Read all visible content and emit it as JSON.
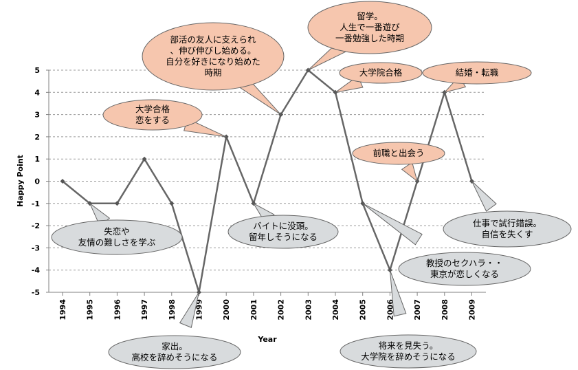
{
  "chart_data": {
    "type": "line",
    "title": "",
    "xlabel": "Year",
    "ylabel": "Happy Point",
    "ylim": [
      -5,
      5
    ],
    "yticks": [
      5,
      4,
      3,
      2,
      1,
      0,
      -1,
      -2,
      -3,
      -4,
      -5
    ],
    "grid": "horizontal-dashed",
    "legend": "none",
    "categories": [
      "1994",
      "1995",
      "1996",
      "1997",
      "1998",
      "1999",
      "2000",
      "2001",
      "2002",
      "2003",
      "2004",
      "2005",
      "2006",
      "2007",
      "2008",
      "2009"
    ],
    "series": [
      {
        "values": [
          0,
          -1,
          -1,
          1,
          -1,
          -5,
          2,
          -1,
          3,
          5,
          4,
          -1,
          -4,
          0,
          4,
          0
        ]
      }
    ],
    "colors": {
      "line": "#666666",
      "positive_callout_fill": "#f6c6ae",
      "negative_callout_fill": "#d8dbdd",
      "callout_stroke": "#666666",
      "grid": "#9a9a9a"
    },
    "annotations": [
      {
        "year": "1995",
        "value": -1,
        "tone": "negative",
        "lines": [
          "失恋や",
          "友情の難しさを学ぶ"
        ]
      },
      {
        "year": "1999",
        "value": -5,
        "tone": "negative",
        "lines": [
          "家出。",
          "高校を辞めそうになる"
        ]
      },
      {
        "year": "2000",
        "value": 2,
        "tone": "positive",
        "lines": [
          "大学合格",
          "恋をする"
        ]
      },
      {
        "year": "2001",
        "value": -1,
        "tone": "negative",
        "lines": [
          "バイトに没頭。",
          "留年しそうになる"
        ]
      },
      {
        "year": "2002",
        "value": 3,
        "tone": "positive",
        "lines": [
          "部活の友人に支えられ",
          "、伸び伸びし始める。",
          "自分を好きになり始めた",
          "時期"
        ]
      },
      {
        "year": "2003",
        "value": 5,
        "tone": "positive",
        "lines": [
          "留学。",
          "人生で一番遊び",
          "一番勉強した時期"
        ]
      },
      {
        "year": "2004",
        "value": 4,
        "tone": "positive",
        "lines": [
          "大学院合格"
        ]
      },
      {
        "year": "2005",
        "value": -1,
        "tone": "negative",
        "lines": [
          "教授のセクハラ・・",
          "東京が恋しくなる"
        ]
      },
      {
        "year": "2006",
        "value": -4,
        "tone": "negative",
        "lines": [
          "将来を見失う。",
          "大学院を辞めそうになる"
        ]
      },
      {
        "year": "2007",
        "value": 0,
        "tone": "positive",
        "lines": [
          "前職と出会う"
        ]
      },
      {
        "year": "2008",
        "value": 4,
        "tone": "positive",
        "lines": [
          "結婚・転職"
        ]
      },
      {
        "year": "2009",
        "value": 0,
        "tone": "negative",
        "lines": [
          "仕事で試行錯誤。",
          "自信を失くす"
        ]
      }
    ]
  }
}
